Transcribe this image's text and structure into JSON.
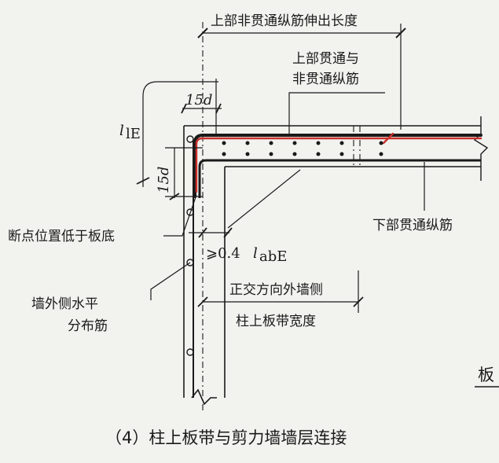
{
  "labels": {
    "top_extension": "上部非贯通纵筋伸出长度",
    "top_rebar_line1": "上部贯通与",
    "top_rebar_line2": "非贯通纵筋",
    "dim_15d_top": "15d",
    "dim_lle_l": "l",
    "dim_lle_sub": "lE",
    "dim_15d_side": "15d",
    "break_point": "断点位置低于板底",
    "wall_rebar_line1": "墙外侧水平",
    "wall_rebar_line2": "分布筋",
    "bottom_rebar": "下部贯通纵筋",
    "anchor_prefix": "⩾0.4",
    "anchor_l": "l",
    "anchor_sub": "abE",
    "strip_width_line1": "正交方向外墙侧",
    "strip_width_line2": "柱上板带宽度",
    "caption": "（4）柱上板带与剪力墙墙层连接",
    "side_char": "板"
  },
  "colors": {
    "line": "#1a1a1a",
    "red_rebar": "#c8302b",
    "background": "#f2f2ef"
  }
}
